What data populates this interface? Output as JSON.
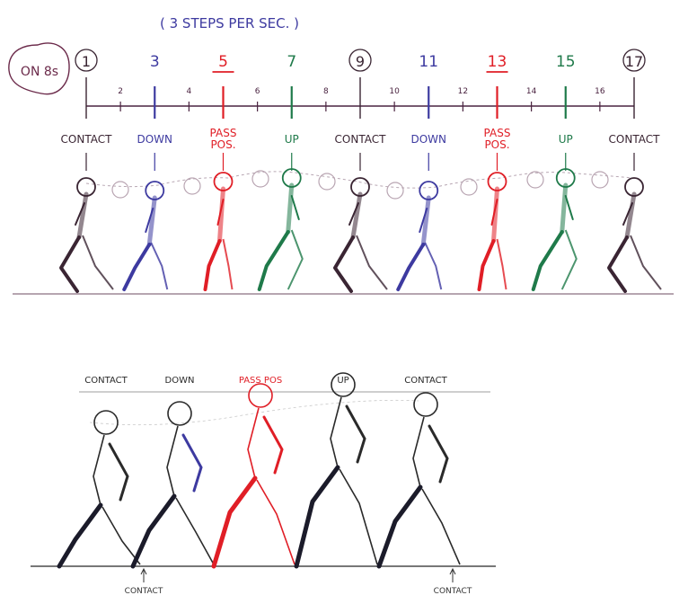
{
  "header": {
    "rate_note": "( 3 STEPS PER SEC. )",
    "timing_badge": "ON 8s"
  },
  "timeline": {
    "major_frames": [
      {
        "label": "1",
        "circled": true,
        "underlined": false,
        "color": "#3a2533",
        "pose": "CONTACT"
      },
      {
        "label": "3",
        "circled": false,
        "underlined": false,
        "color": "#3d3aa0",
        "pose": "DOWN"
      },
      {
        "label": "5",
        "circled": false,
        "underlined": true,
        "color": "#e01e26",
        "pose": "PASS POS."
      },
      {
        "label": "7",
        "circled": false,
        "underlined": false,
        "color": "#1f7a4a",
        "pose": "UP"
      },
      {
        "label": "9",
        "circled": true,
        "underlined": false,
        "color": "#3a2533",
        "pose": "CONTACT"
      },
      {
        "label": "11",
        "circled": false,
        "underlined": false,
        "color": "#3d3aa0",
        "pose": "DOWN"
      },
      {
        "label": "13",
        "circled": false,
        "underlined": true,
        "color": "#e01e26",
        "pose": "PASS POS."
      },
      {
        "label": "15",
        "circled": false,
        "underlined": false,
        "color": "#1f7a4a",
        "pose": "UP"
      },
      {
        "label": "17",
        "circled": true,
        "underlined": false,
        "color": "#3a2533",
        "pose": "CONTACT"
      }
    ],
    "minor_frames": [
      "2",
      "4",
      "6",
      "8",
      "10",
      "12",
      "14",
      "16"
    ]
  },
  "bottom": {
    "poses": [
      {
        "label": "CONTACT",
        "color": "#2a2a2a"
      },
      {
        "label": "DOWN",
        "color": "#2a2a2a"
      },
      {
        "label": "PASS POS",
        "color": "#e01e26"
      },
      {
        "label": "UP",
        "color": "#2a2a2a"
      },
      {
        "label": "CONTACT",
        "color": "#2a2a2a"
      }
    ],
    "contact_markers": [
      "CONTACT",
      "CONTACT"
    ]
  },
  "colors": {
    "contact": "#3a2533",
    "down": "#3d3aa0",
    "pass": "#e01e26",
    "up": "#1f7a4a",
    "timeline": "#4a2340"
  }
}
